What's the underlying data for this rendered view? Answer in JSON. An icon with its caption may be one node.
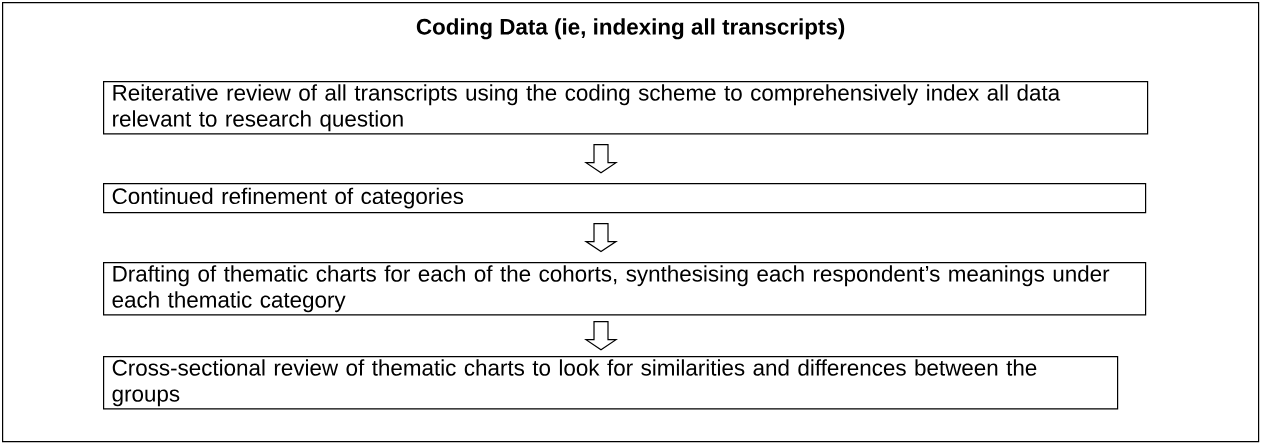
{
  "diagram": {
    "nodes": [
      {
        "text": [
          "Coding Data (ie, indexing all transcripts)"
        ]
      },
      {
        "text": [
          "Reiterative review of all transcripts using the coding scheme to comprehensively index all data relevant to research question"
        ],
        "in": 0
      },
      {
        "text": [
          "Continued refinement of categories"
        ],
        "in": 0
      },
      {
        "text": [
          "Drafting of thematic charts for each of the cohorts, synthesising each respondent’s meanings under each thematic category"
        ],
        "in": 0
      },
      {
        "text": [
          "Cross-sectional review of thematic charts to look for similarities and differences between the groups"
        ],
        "in": 0
      }
    ],
    "edges": [
      {
        "from": 1,
        "to": 2,
        "arrow": "to"
      },
      {
        "from": 2,
        "to": 3,
        "arrow": "to"
      },
      {
        "from": 3,
        "to": 4,
        "arrow": "to"
      }
    ]
  }
}
